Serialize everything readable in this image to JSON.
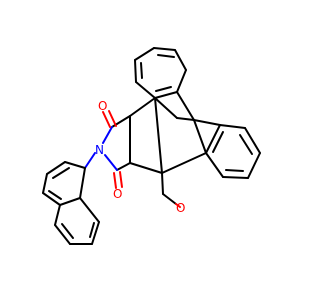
{
  "molecule": {
    "atom_labels": {
      "oxygen_top": "O",
      "oxygen_bottom": "O",
      "oxygen_aldehyde": "O",
      "nitrogen": "N"
    },
    "colors": {
      "bond": "#000000",
      "oxygen": "#ff0000",
      "nitrogen": "#0000ff",
      "background": "#ffffff"
    }
  }
}
